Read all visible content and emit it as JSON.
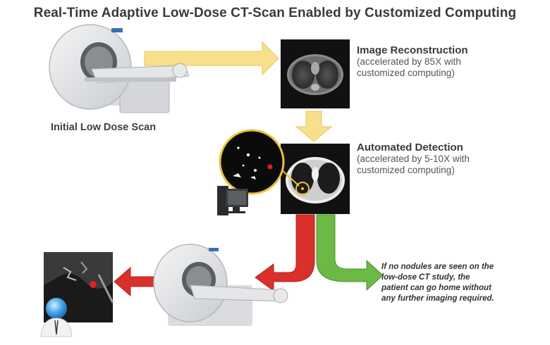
{
  "title": "Real-Time Adaptive Low-Dose CT-Scan Enabled by Customized Computing",
  "nodes": {
    "initial_scan": {
      "label": "Initial Low Dose Scan"
    },
    "reconstruction": {
      "title": "Image Reconstruction",
      "detail_line1": "(accelerated by 85X with",
      "detail_line2": "customized computing)"
    },
    "detection": {
      "title": "Automated Detection",
      "detail_line1": "(accelerated by 5-10X with",
      "detail_line2": "customized computing)"
    },
    "no_nodules": {
      "line1": "If no nodules are seen on the",
      "line2": "low-dose CT study, the",
      "line3": "patient can go home without",
      "line4": "any further imaging required."
    }
  },
  "icons": {
    "ct_scanner": "ct-scanner-icon",
    "computer": "computer-icon",
    "doctor": "doctor-icon",
    "magnifier": "magnifier-icon"
  },
  "colors": {
    "yellow_arrow": "#f7e08a",
    "red_arrow": "#d9302c",
    "green_arrow": "#6cb945",
    "ct_bg": "#101010"
  }
}
